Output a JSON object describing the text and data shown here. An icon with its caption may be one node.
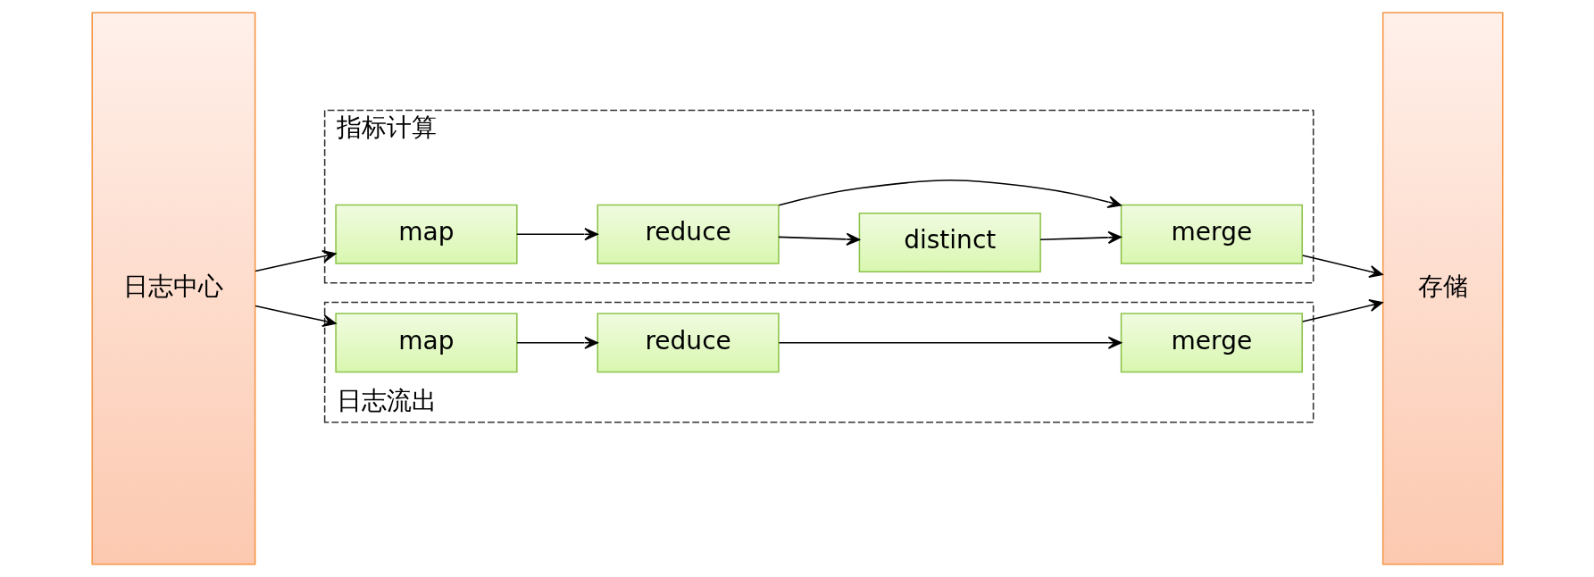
{
  "diagram": {
    "nodes": [
      {
        "text": [
          "日志中心"
        ]
      },
      {
        "text": [
          "指标计算"
        ]
      },
      {
        "text": [
          "map"
        ],
        "in": 1
      },
      {
        "text": [
          "distinct"
        ],
        "in": 1
      },
      {
        "text": [
          "reduce"
        ],
        "in": 1
      },
      {
        "text": [
          "merge"
        ],
        "in": 1
      },
      {
        "text": [
          "日志流出"
        ]
      },
      {
        "text": [
          "map"
        ],
        "in": 6
      },
      {
        "text": [
          "reduce"
        ],
        "in": 6
      },
      {
        "text": [
          "merge"
        ],
        "in": 6
      },
      {
        "text": [
          "存储"
        ]
      }
    ],
    "edges": [
      {
        "from": 0,
        "to": 2,
        "arrow": "to"
      },
      {
        "from": 2,
        "to": 4,
        "arrow": "to"
      },
      {
        "from": 4,
        "to": 3,
        "arrow": "to"
      },
      {
        "from": 3,
        "to": 5,
        "arrow": "to"
      },
      {
        "from": 4,
        "to": 5,
        "arrow": "to"
      },
      {
        "from": 5,
        "to": 10,
        "arrow": "to"
      },
      {
        "from": 0,
        "to": 7,
        "arrow": "to"
      },
      {
        "from": 7,
        "to": 8,
        "arrow": "to"
      },
      {
        "from": 8,
        "to": 9,
        "arrow": "to"
      },
      {
        "from": 9,
        "to": 10,
        "arrow": "to"
      }
    ]
  }
}
